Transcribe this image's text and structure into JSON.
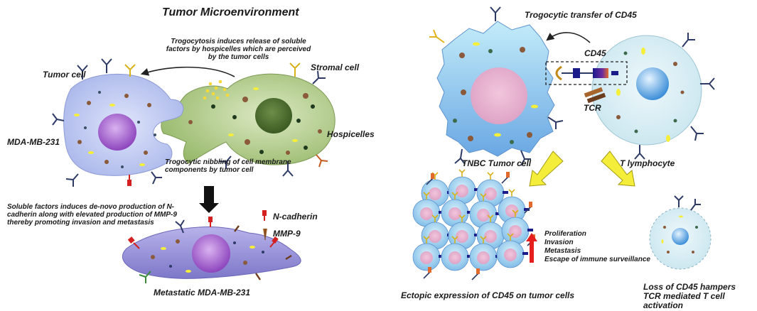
{
  "left": {
    "title": "Tumor Microenvironment",
    "trogocytosis_release": "Trogocytosis induces release of soluble factors by hospicelles which are perceived by the tumor cells",
    "tumor_cell": "Tumor cell",
    "stromal_cell": "Stromal cell",
    "mda_mb_231": "MDA-MB-231",
    "hospicelles": "Hospicelles",
    "nibbling": "Trogocytic nibbling of cell membrane components by tumor cell",
    "soluble_factors": "Soluble factors induces de-novo production of N-cadherin along with elevated production of MMP-9 thereby promoting invasion and metastasis",
    "n_cadherin": "N-cadherin",
    "mmp9": "MMP-9",
    "metastatic": "Metastatic MDA-MB-231"
  },
  "right": {
    "transfer": "Trogocytic transfer of CD45",
    "cd45": "CD45",
    "tcr": "TCR",
    "tnbc": "TNBC Tumor cell",
    "t_lymphocyte": "T lymphocyte",
    "outcomes": [
      "Proliferation",
      "Invasion",
      "Metastasis",
      "Escape of immune surveillance"
    ],
    "ectopic": "Ectopic expression of CD45 on tumor cells",
    "loss": "Loss of CD45 hampers TCR mediated T cell activation"
  },
  "colors": {
    "tumor_cell": "#b9c4ee",
    "hospicelle": "#b5cf8f",
    "metastatic_cell": "#9a93d6",
    "nucleus_purple": "#9b59c6",
    "tnbc_top": "#b8e6f6",
    "tnbc_bottom": "#6aa7e3",
    "tcell": "#d6eef5",
    "arrow_yellow": "#f4ee3a",
    "arrow_red": "#e51e1e"
  }
}
